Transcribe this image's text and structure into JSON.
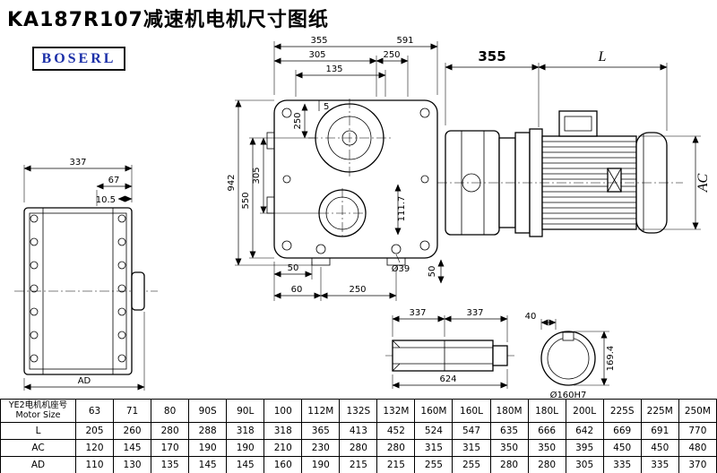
{
  "page": {
    "title": "KA187R107减速机电机尺寸图纸",
    "logo": "BOSERL"
  },
  "colors": {
    "logo_blue": "#1b2fa8",
    "line": "#000000"
  },
  "dims": {
    "left": {
      "w337": "337",
      "d67": "67",
      "d105": "10.5",
      "ad": "AD"
    },
    "main": {
      "t355": "355",
      "t591": "591",
      "t305": "305",
      "t250": "250",
      "t135": "135",
      "l942": "942",
      "l550": "550",
      "l305": "305",
      "l250": "250",
      "l5": "5",
      "r1117": "111.7",
      "b50l": "50",
      "b60": "60",
      "b250": "250",
      "dia39": "Ø39",
      "b50r": "50"
    },
    "motor": {
      "d355": "355",
      "l": "L",
      "ac": "AC"
    },
    "shaft": {
      "s337a": "337",
      "s337b": "337",
      "total624": "624",
      "d40": "40"
    },
    "bore": {
      "d1694": "169.4",
      "label": "Ø160H7"
    }
  },
  "table": {
    "row_header_line1": "YE2电机机座号",
    "row_header_line2": "Motor Size",
    "columns": [
      "63",
      "71",
      "80",
      "90S",
      "90L",
      "100",
      "112M",
      "132S",
      "132M",
      "160M",
      "160L",
      "180M",
      "180L",
      "200L",
      "225S",
      "225M",
      "250M"
    ],
    "rows": [
      {
        "label": "L",
        "values": [
          "205",
          "260",
          "280",
          "288",
          "318",
          "318",
          "365",
          "413",
          "452",
          "524",
          "547",
          "635",
          "666",
          "642",
          "669",
          "691",
          "770"
        ]
      },
      {
        "label": "AC",
        "values": [
          "120",
          "145",
          "170",
          "190",
          "190",
          "210",
          "230",
          "280",
          "280",
          "315",
          "315",
          "350",
          "350",
          "395",
          "450",
          "450",
          "480"
        ]
      },
      {
        "label": "AD",
        "values": [
          "110",
          "130",
          "135",
          "145",
          "145",
          "160",
          "190",
          "215",
          "215",
          "255",
          "255",
          "280",
          "280",
          "305",
          "335",
          "335",
          "370"
        ]
      }
    ]
  }
}
